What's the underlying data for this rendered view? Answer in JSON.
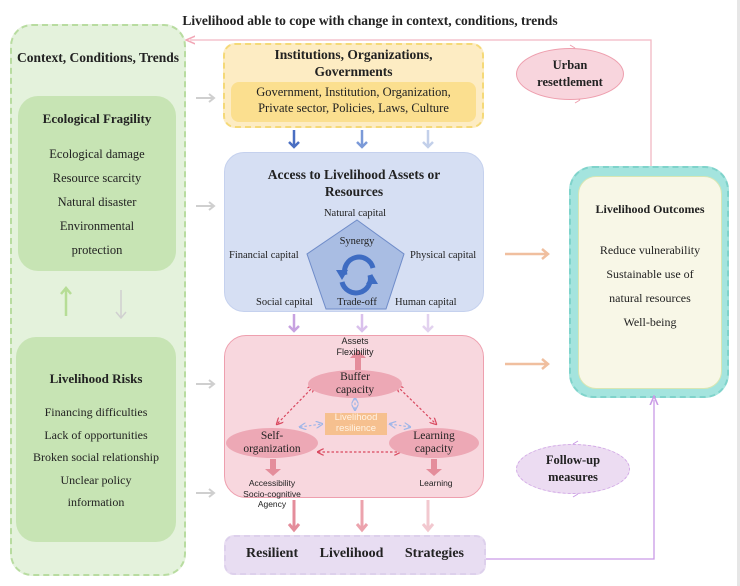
{
  "diagram": {
    "top_caption": "Livelihood able to cope with change in context, conditions, trends",
    "context": {
      "title": "Context, Conditions, Trends",
      "ecological": {
        "title": "Ecological Fragility",
        "items": [
          "Ecological damage",
          "Resource scarcity",
          "Natural disaster",
          "Environmental",
          "protection"
        ]
      },
      "risks": {
        "title": "Livelihood Risks",
        "items": [
          "Financing difficulties",
          "Lack of opportunities",
          "Broken social relationship",
          "Unclear policy",
          "information"
        ]
      }
    },
    "institutions": {
      "title_line1": "Institutions,  Organizations,",
      "title_line2": "Governments",
      "items_line1": "Government, Institution, Organization,",
      "items_line2": "Private sector, Policies, Laws, Culture"
    },
    "access": {
      "title_line1": "Access to Livelihood Assets  or",
      "title_line2": "Resources",
      "capitals": {
        "natural": "Natural capital",
        "financial": "Financial capital",
        "physical": "Physical capital",
        "social": "Social capital",
        "human": "Human capital"
      },
      "synergy": "Synergy",
      "tradeoff": "Trade-off"
    },
    "resilience": {
      "buffer_out_line1": "Assets",
      "buffer_out_line2": "Flexibility",
      "buffer_line1": "Buffer",
      "buffer_line2": "capacity",
      "self_line1": "Self-",
      "self_line2": "organization",
      "learning_line1": "Learning",
      "learning_line2": "capacity",
      "center_line1": "Livelihood",
      "center_line2": "resilience",
      "self_out_line1": "Accessibility",
      "self_out_line2": "Socio-cognitive",
      "self_out_line3": "Agency",
      "learning_out": "Learning"
    },
    "strategies": "Resilient Livelihood Strategies",
    "outcomes": {
      "title": "Livelihood Outcomes",
      "items": [
        "Reduce vulnerability",
        "Sustainable use of",
        "natural resources",
        "Well-being"
      ]
    },
    "urban": {
      "line1": "Urban",
      "line2": "resettlement"
    },
    "follow_up": {
      "line1": "Follow-up",
      "line2": "measures"
    },
    "colors": {
      "context_bg": "#e4f2dc",
      "context_inner": "#c7e4b4",
      "institutions_bg": "#fdecc3",
      "institutions_inner": "#fbdf8f",
      "access_bg": "#d6dff3",
      "pentagon": "#a9bde3",
      "resilience_bg": "#f8d7de",
      "strategies_bg": "#e8ddf2",
      "outcomes_outer": "#a4e4de",
      "outcomes_inner": "#f8f7e7",
      "feedback_pink": "#f2b8c4",
      "feedback_purple": "#c99ae6"
    }
  }
}
